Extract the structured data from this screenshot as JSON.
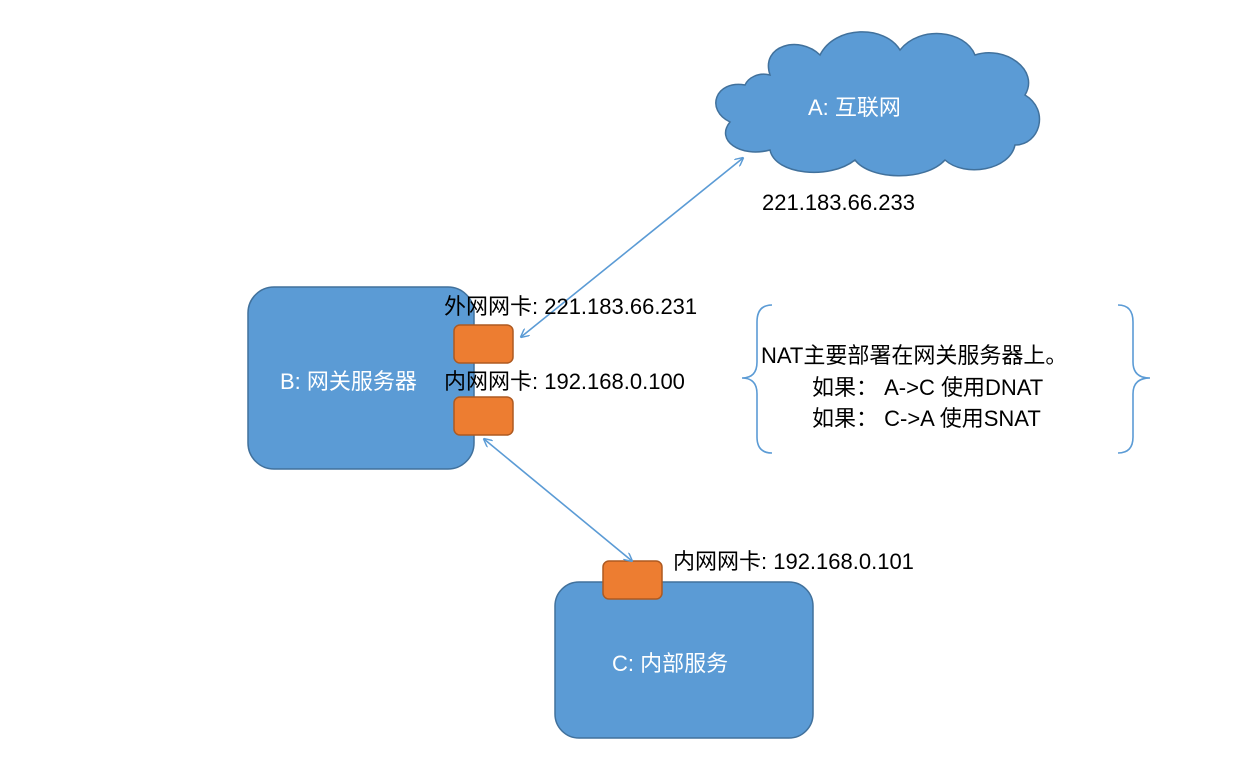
{
  "internet": {
    "label": "A: 互联网",
    "ip": "221.183.66.233"
  },
  "gateway": {
    "label": "B: 网关服务器",
    "external_nic_label": "外网网卡: 221.183.66.231",
    "internal_nic_label": "内网网卡: 192.168.0.100"
  },
  "internal_service": {
    "label": "C: 内部服务",
    "nic_label": "内网网卡: 192.168.0.101"
  },
  "note": {
    "line1": "NAT主要部署在网关服务器上。",
    "line2": "如果：  A->C 使用DNAT",
    "line3": "如果：  C->A 使用SNAT"
  },
  "colors": {
    "node_fill": "#5b9bd5",
    "node_stroke": "#41719c",
    "nic_fill": "#ed7d31",
    "nic_stroke": "#ae5a21",
    "arrow": "#5b9bd5",
    "brace": "#5b9bd5"
  }
}
